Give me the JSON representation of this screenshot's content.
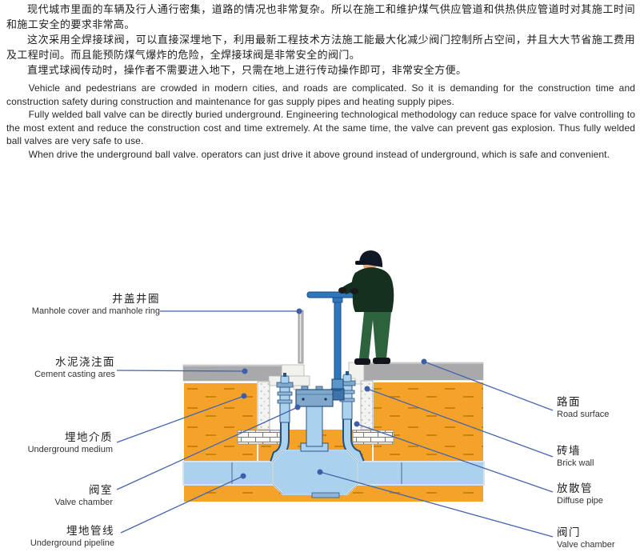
{
  "intro": {
    "zh": [
      "现代城市里面的车辆及行人通行密集，道路的情况也非常复杂。所以在施工和维护煤气供应管道和供热供应管道时对其施工时间和施工安全的要求非常高。",
      "这次采用全焊接球阀，可以直接深埋地下，利用最新工程技术方法施工能最大化减少阀门控制所占空间，并且大大节省施工费用及工程时间。而且能预防煤气爆炸的危险，全焊接球阀是非常安全的阀门。",
      "直埋式球阀传动时，操作者不需要进入地下，只需在地上进行传动操作即可，非常安全方便。"
    ],
    "en": [
      "Vehicle and pedestrians are crowded in modern cities, and roads are complicated. So it is demanding for the construction time and construction safety during construction and maintenance for gas supply pipes and heating supply pipes.",
      "Fully welded ball valve can be directly buried underground. Engineering technological methodology can reduce space for valve controlling to the most extent and reduce the construction cost and time extremely. At the same time, the valve can prevent gas explosion. Thus fully welded ball valves are very safe to use.",
      "When drive the underground ball valve. operators can just drive it above ground instead of underground, which is safe and convenient."
    ]
  },
  "diagram": {
    "labels_left": [
      {
        "zh": "井盖井圈",
        "en": "Manhole cover and manhole ring"
      },
      {
        "zh": "水泥浇注面",
        "en": "Cement casting ares"
      },
      {
        "zh": "埋地介质",
        "en": "Underground medium"
      },
      {
        "zh": "阀室",
        "en": "Valve chamber"
      },
      {
        "zh": "埋地管线",
        "en": "Underground pipeline"
      }
    ],
    "labels_right": [
      {
        "zh": "路面",
        "en": "Road surface"
      },
      {
        "zh": "砖墙",
        "en": "Brick wall"
      },
      {
        "zh": "放散管",
        "en": "Diffuse pipe"
      },
      {
        "zh": "阀门",
        "en": "Valve chamber"
      }
    ],
    "colors": {
      "leader_line": "#4565ad",
      "leader_dot": "#3d5fa9",
      "soil": "#f4a22a",
      "soil_dash": "#c9820e",
      "pipeline": "#aad2ef",
      "road": "#a9a9ab",
      "equipment": "#7fa8cc",
      "equipment_outline": "#26517e",
      "drive_rod": "#2f77bd",
      "worker_jacket": "#15301f",
      "worker_trousers": "#2c633c"
    }
  }
}
